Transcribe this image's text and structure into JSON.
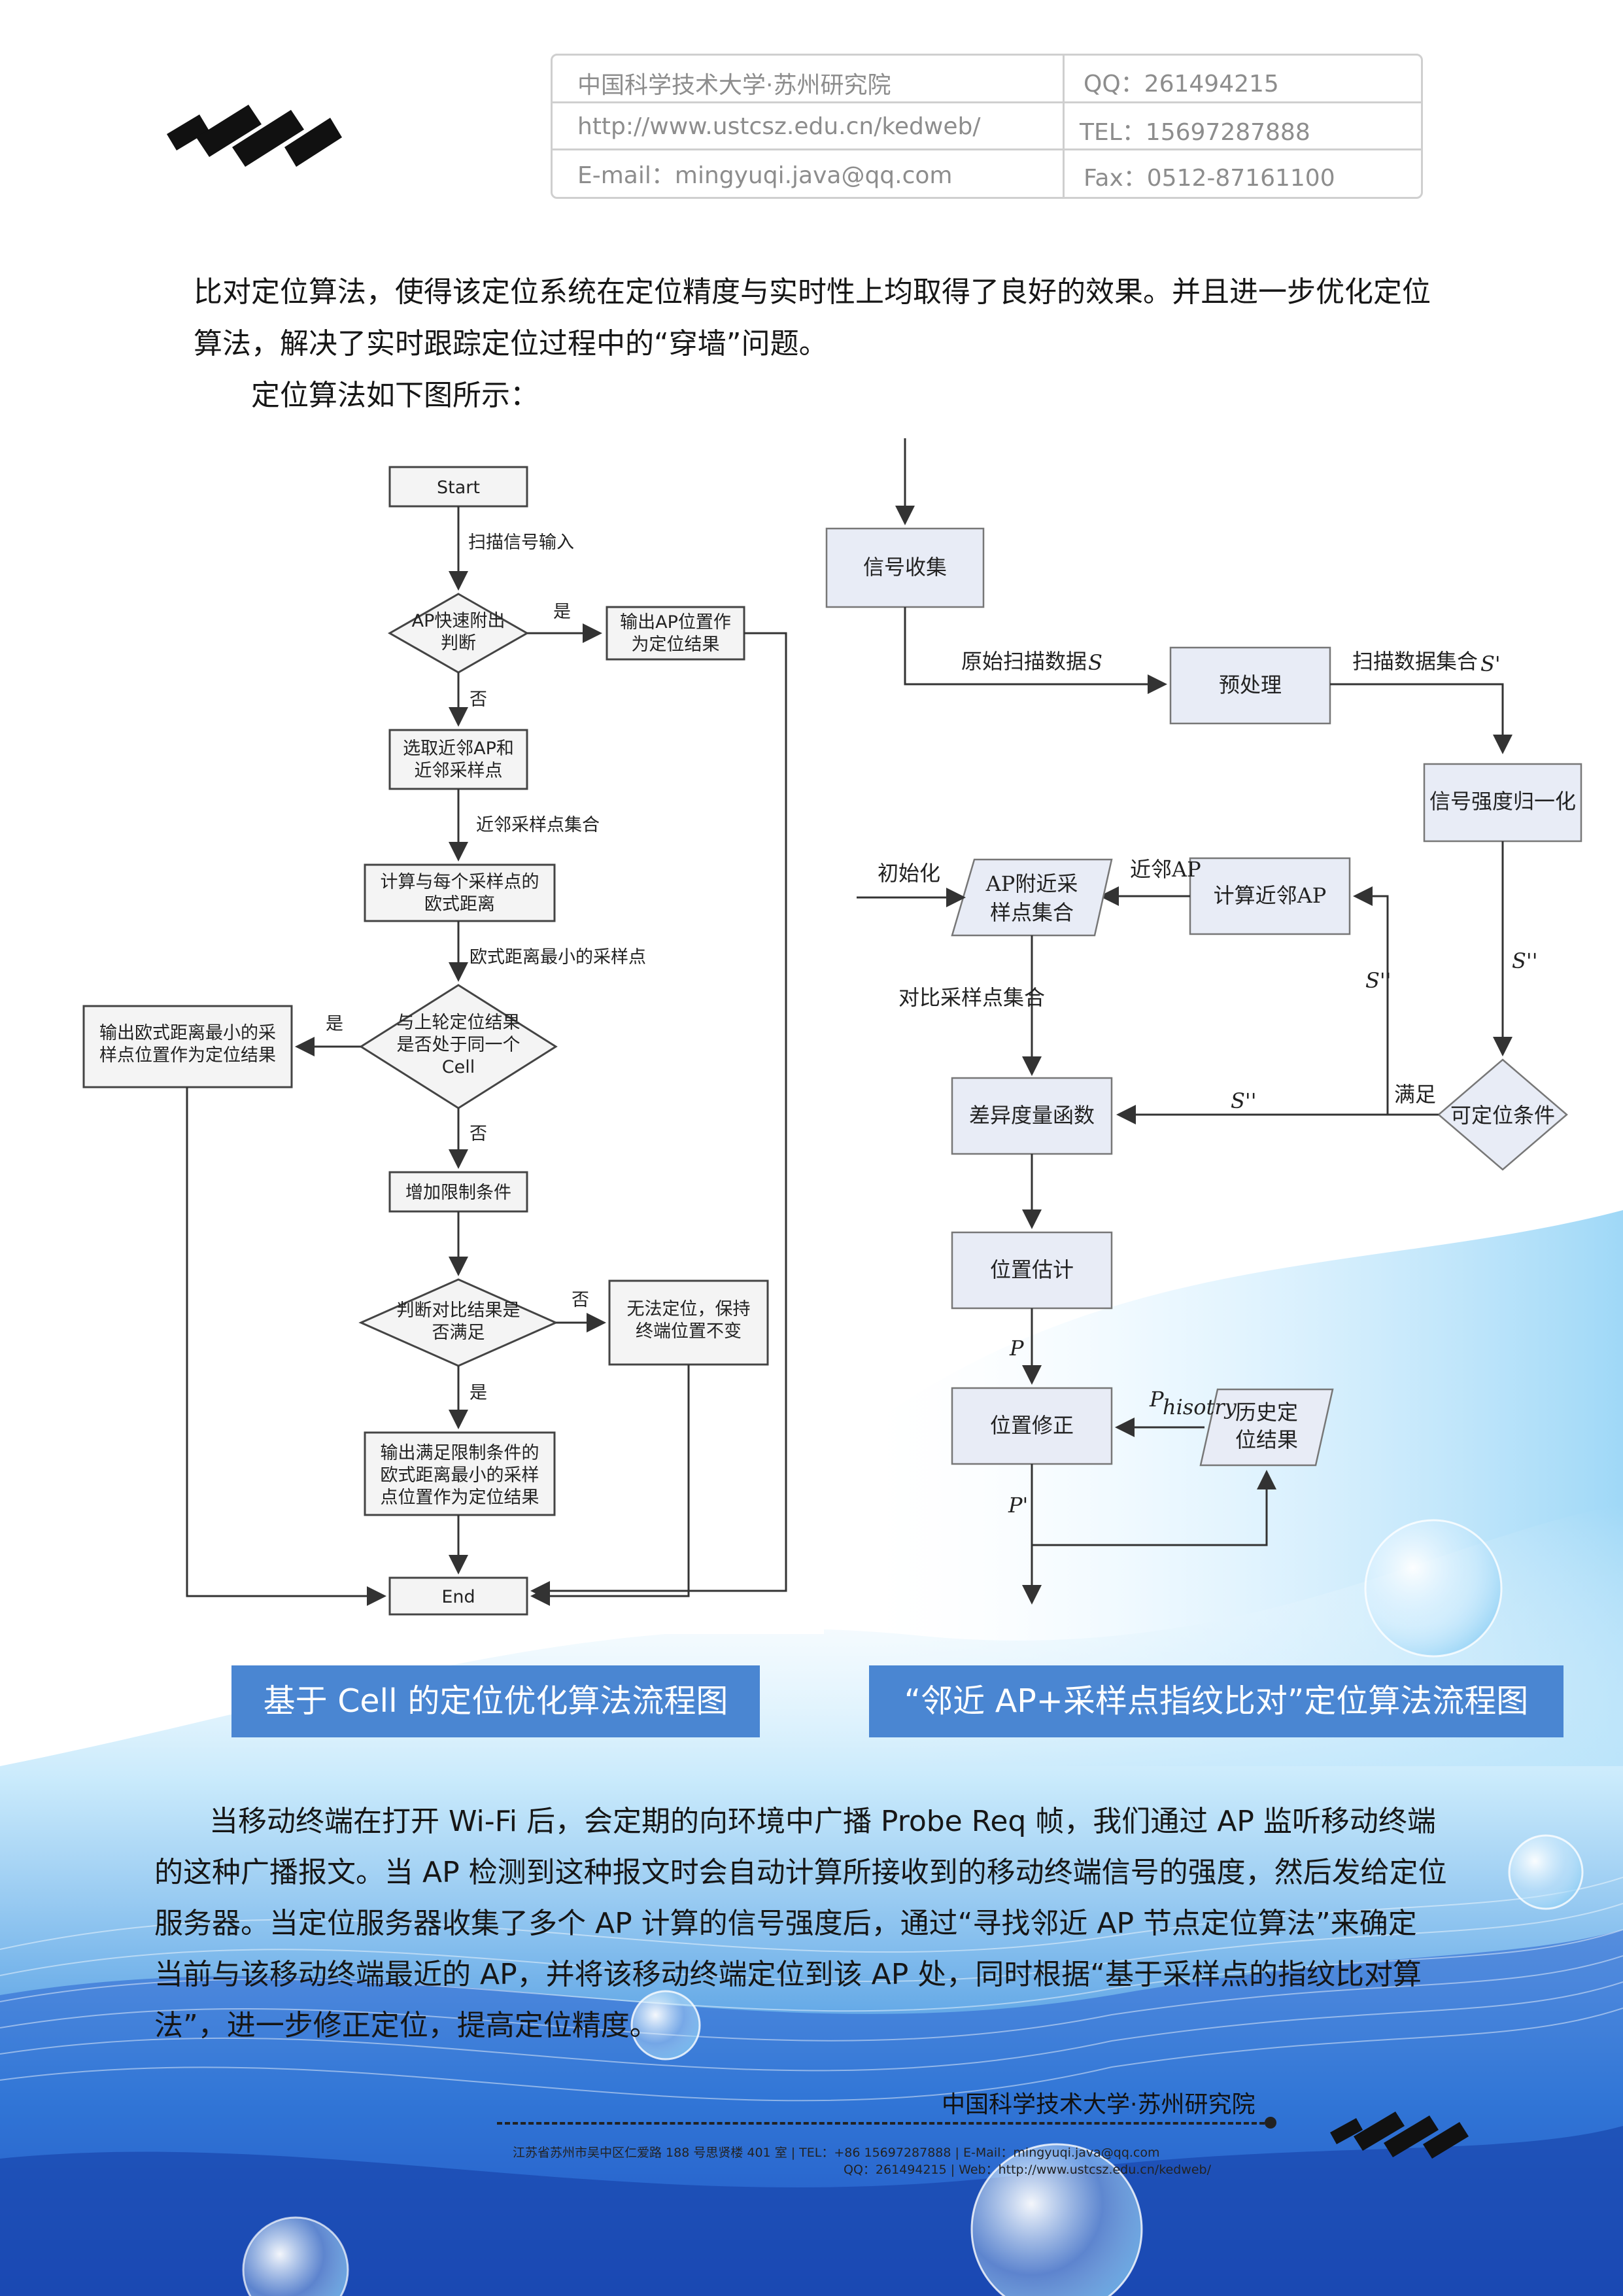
{
  "header": {
    "org": "中国科学技术大学·苏州研究院",
    "qq": "QQ：261494215",
    "url": "http://www.ustcsz.edu.cn/kedweb/",
    "tel": "TEL：15697287888",
    "email": "E-mail：mingyuqi.java@qq.com",
    "fax": "Fax：0512-87161100"
  },
  "intro": {
    "line1": "比对定位算法，使得该定位系统在定位精度与实时性上均取得了良好的效果。并且进一步优化定位",
    "line2": "算法，解决了实时跟踪定位过程中的“穿墙”问题。",
    "line3": "定位算法如下图所示："
  },
  "left_flowchart": {
    "start": "Start",
    "scan_input": "扫描信号输入",
    "ap_judge_1": "AP快速附出",
    "ap_judge_2": "判断",
    "yes1": "是",
    "output_ap_1": "输出AP位置作",
    "output_ap_2": "为定位结果",
    "no1": "否",
    "select_1": "选取近邻AP和",
    "select_2": "近邻采样点",
    "neighbor_set": "近邻采样点集合",
    "calc_1": "计算与每个采样点的",
    "calc_2": "欧式距离",
    "min_point": "欧式距离最小的采样点",
    "yes2": "是",
    "output_min_1": "输出欧式距离最小的采",
    "output_min_2": "样点位置作为定位结果",
    "same_cell_1": "与上轮定位结果",
    "same_cell_2": "是否处于同一个",
    "same_cell_3": "Cell",
    "no2": "否",
    "add_limit": "增加限制条件",
    "judge_1": "判断对比结果是",
    "judge_2": "否满足",
    "no3": "否",
    "cannot_1": "无法定位，保持",
    "cannot_2": "终端位置不变",
    "yes3": "是",
    "output_final_1": "输出满足限制条件的",
    "output_final_2": "欧式距离最小的采样",
    "output_final_3": "点位置作为定位结果",
    "end": "End"
  },
  "right_flowchart": {
    "signal_collect": "信号收集",
    "raw_scan": "原始扫描数据",
    "sym_s": "S",
    "preprocess": "预处理",
    "scan_set": "扫描数据集合",
    "sym_s1": "S'",
    "normalize": "信号强度归一化",
    "init": "初始化",
    "ap_near_1": "AP附近采",
    "ap_near_2": "样点集合",
    "neighbor_ap": "近邻AP",
    "calc_near_ap": "计算近邻AP",
    "sym_s2a": "S''",
    "sym_s2b": "S''",
    "contrast_set": "对比采样点集合",
    "diff_func": "差异度量函数",
    "sym_s2c": "S''",
    "satisfy": "满足",
    "locatable": "可定位条件",
    "pos_est": "位置估计",
    "sym_p": "P",
    "pos_fix": "位置修正",
    "sym_phist": "P",
    "sym_phist_sub": "hisotry",
    "hist_1": "历史定",
    "hist_2": "位结果",
    "sym_p1": "P'"
  },
  "captions": {
    "left": "基于 Cell 的定位优化算法流程图",
    "right": "“邻近 AP+采样点指纹比对”定位算法流程图"
  },
  "body": {
    "p1": "当移动终端在打开 Wi-Fi 后，会定期的向环境中广播 Probe Req 帧，我们通过 AP 监听移动终端",
    "p2": "的这种广播报文。当 AP 检测到这种报文时会自动计算所接收到的移动终端信号的强度，然后发给定位",
    "p3": "服务器。当定位服务器收集了多个 AP 计算的信号强度后，通过“寻找邻近 AP 节点定位算法”来确定",
    "p4": "当前与该移动终端最近的 AP，并将该移动终端定位到该 AP 处，同时根据“基于采样点的指纹比对算",
    "p5": "法”，进一步修正定位，提高定位精度。"
  },
  "footer": {
    "org": "中国科学技术大学·苏州研究院",
    "address": "江苏省苏州市吴中区仁爱路 188 号思贤楼 401 室    |  TEL：+86   15697287888    |  E-Mail：mingyuqi.java@qq.com",
    "contact": "QQ：261494215    |  Web：http://www.ustcsz.edu.cn/kedweb/"
  },
  "colors": {
    "caption_bg": "#4a86d2",
    "box_fill_right": "#e8ecf6",
    "bg_blue": "#2f6fd6"
  }
}
